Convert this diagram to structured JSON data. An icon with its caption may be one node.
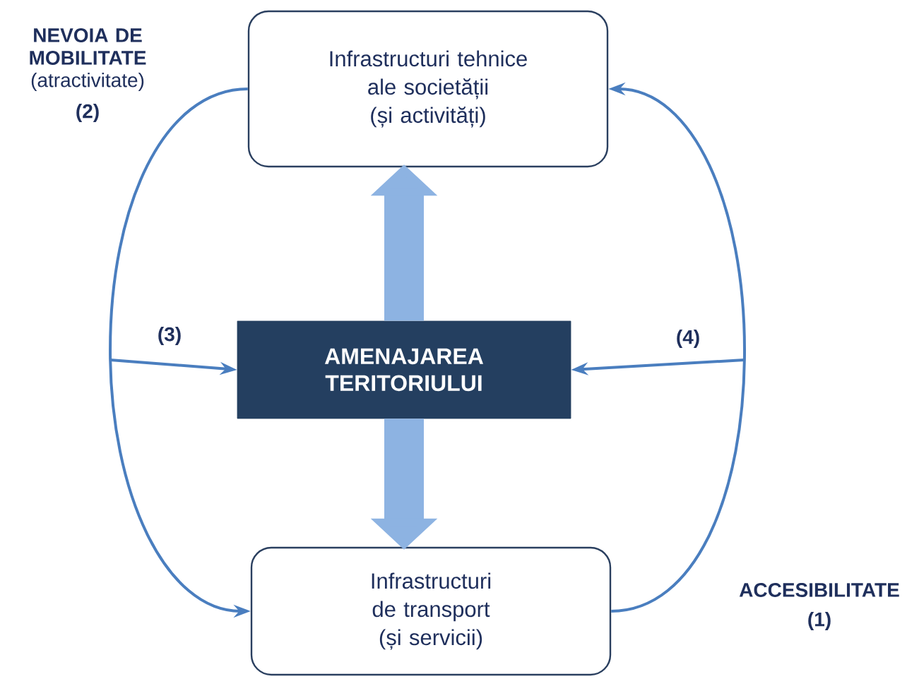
{
  "diagram": {
    "nodes": [
      {
        "text": [
          "Infrastructuri tehnice ale societății",
          "(și activități)"
        ]
      },
      {
        "text": [
          "AMENAJAREA TERITORIULUI"
        ]
      },
      {
        "text": [
          "Infrastructuri de transport",
          "(și servicii)"
        ]
      }
    ],
    "edges": [
      {
        "from": 0,
        "to": 2,
        "arrow": "to"
      },
      {
        "from": 2,
        "to": 0,
        "arrow": "to"
      },
      {
        "from": null,
        "to": 1,
        "arrow": "to",
        "label": "(3)"
      },
      {
        "from": null,
        "to": 1,
        "arrow": "to",
        "label": "(4)"
      },
      {
        "from": 1,
        "to": 0,
        "arrow": "to",
        "style": "thick",
        "color": "#8db3e2"
      },
      {
        "from": 1,
        "to": 2,
        "arrow": "to",
        "style": "thick",
        "color": "#8db3e2"
      }
    ],
    "labels": [
      "NEVOIA DE MOBILITATE",
      "(atractivitate)",
      "(2)",
      "ACCESIBILITATE",
      "(1)"
    ]
  }
}
